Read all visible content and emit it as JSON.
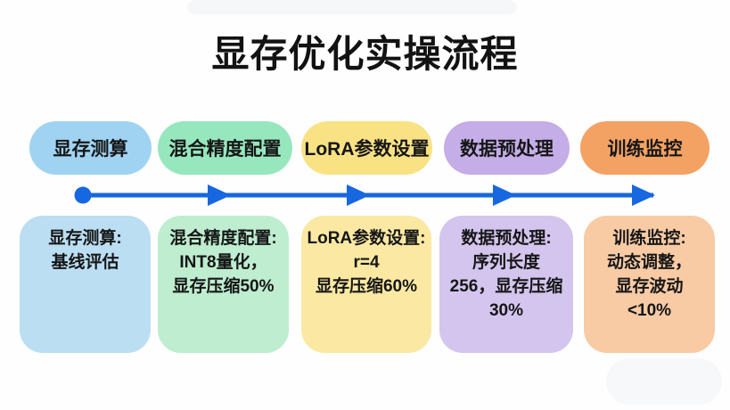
{
  "title": "显存优化实操流程",
  "colors": {
    "arrow_blue": "#1667e0",
    "text": "#141414",
    "stage1_pill": "#a0d3f2",
    "stage1_box": "#bbdef3",
    "stage2_pill": "#97e7be",
    "stage2_box": "#beedd0",
    "stage3_pill": "#f9e284",
    "stage3_box": "#fbe9a3",
    "stage4_pill": "#c5ade8",
    "stage4_box": "#d4c5ee",
    "stage5_pill": "#f4a264",
    "stage5_box": "#f8cba5"
  },
  "stages": [
    {
      "pill_label": "显存测算",
      "pill_color": "#a0d3f2",
      "box_color": "#bbdef3",
      "box_text": "显存测算:\n基线评估"
    },
    {
      "pill_label": "混合精度配置",
      "pill_color": "#97e7be",
      "box_color": "#beedd0",
      "box_text": "混合精度配置:\nINT8量化，\n显存压缩50%"
    },
    {
      "pill_label": "LoRA参数设置",
      "pill_color": "#f9e284",
      "box_color": "#fbe9a3",
      "box_text": "LoRA参数设置:\nr=4\n显存压缩60%"
    },
    {
      "pill_label": "数据预处理",
      "pill_color": "#c5ade8",
      "box_color": "#d4c5ee",
      "box_text": "数据预处理:\n序列长度\n256，显存压缩\n30%"
    },
    {
      "pill_label": "训练监控",
      "pill_color": "#f4a264",
      "box_color": "#f8cba5",
      "box_text": "训练监控:\n动态调整，\n显存波动\n<10%"
    }
  ]
}
